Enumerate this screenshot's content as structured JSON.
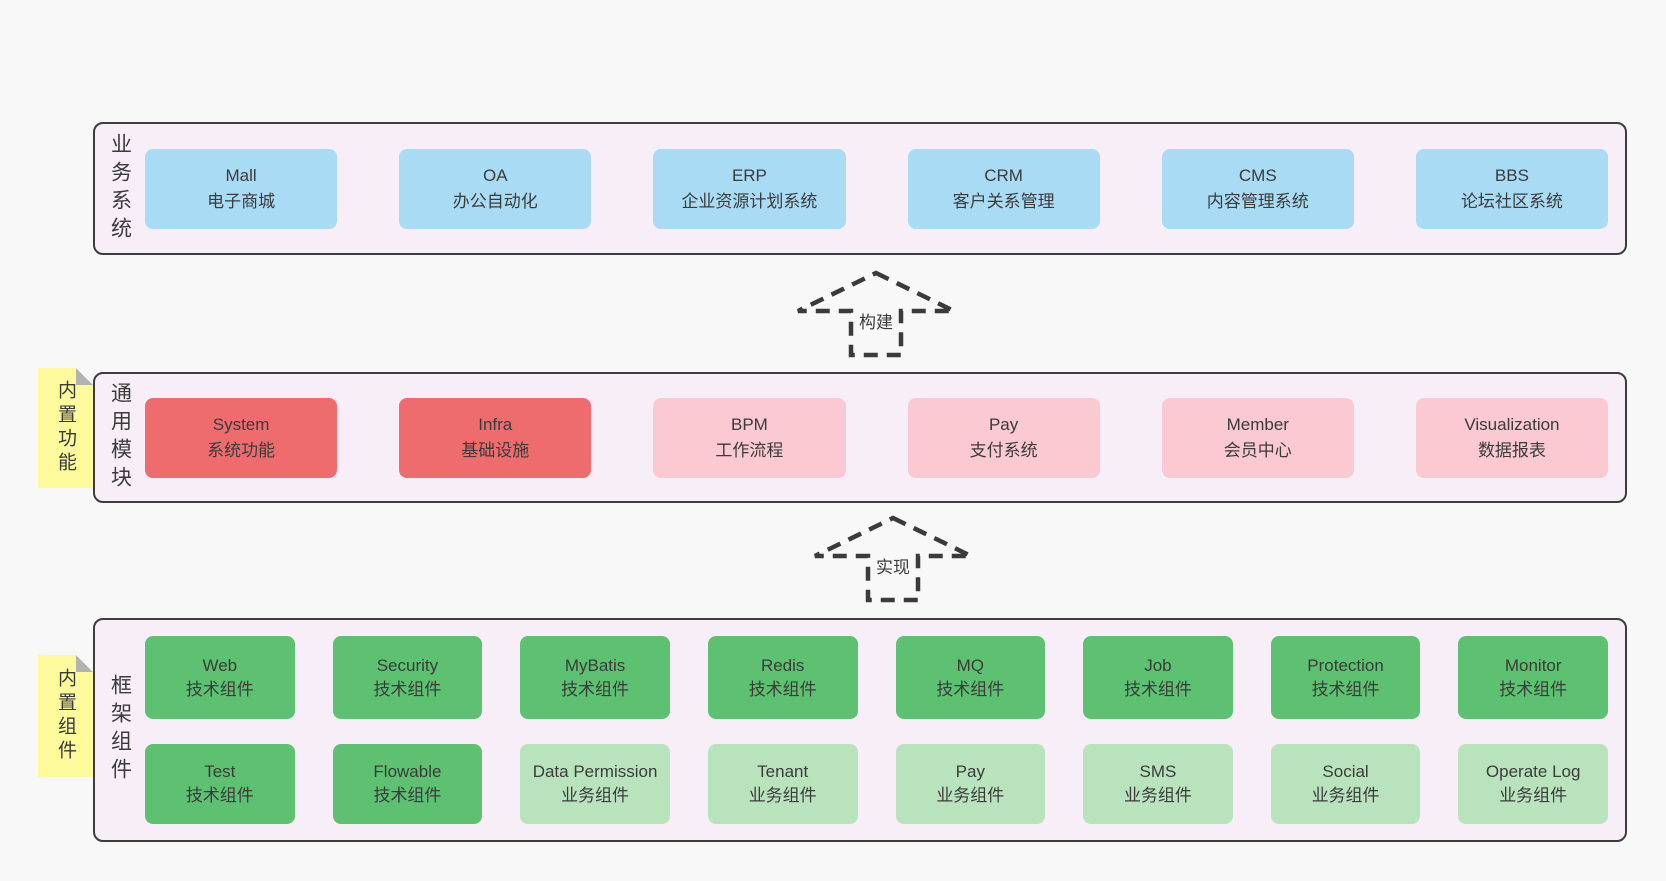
{
  "colors": {
    "page_bg": "#f8f8f8",
    "panel_bg": "#f8eef7",
    "panel_border": "#3d3d3d",
    "blue_box": "#a9dbf5",
    "red_box": "#ee6c6e",
    "pink_box": "#fac9d2",
    "green_box": "#5ec172",
    "light_green_box": "#b9e3bd",
    "sticky_yellow": "#fcfa9b",
    "text": "#3b3b3b"
  },
  "arrows": {
    "build": {
      "label": "构建"
    },
    "implement": {
      "label": "实现"
    }
  },
  "sections": {
    "business": {
      "label": "业务系统",
      "boxes": [
        {
          "name": "Mall",
          "sub": "电子商城"
        },
        {
          "name": "OA",
          "sub": "办公自动化"
        },
        {
          "name": "ERP",
          "sub": "企业资源计划系统"
        },
        {
          "name": "CRM",
          "sub": "客户关系管理"
        },
        {
          "name": "CMS",
          "sub": "内容管理系统"
        },
        {
          "name": "BBS",
          "sub": "论坛社区系统"
        }
      ]
    },
    "modules": {
      "label": "通用模块",
      "sticky": "内置功能",
      "boxes": [
        {
          "name": "System",
          "sub": "系统功能"
        },
        {
          "name": "Infra",
          "sub": "基础设施"
        },
        {
          "name": "BPM",
          "sub": "工作流程"
        },
        {
          "name": "Pay",
          "sub": "支付系统"
        },
        {
          "name": "Member",
          "sub": "会员中心"
        },
        {
          "name": "Visualization",
          "sub": "数据报表"
        }
      ]
    },
    "components": {
      "label": "框架组件",
      "sticky": "内置组件",
      "row1": [
        {
          "name": "Web",
          "sub": "技术组件"
        },
        {
          "name": "Security",
          "sub": "技术组件"
        },
        {
          "name": "MyBatis",
          "sub": "技术组件"
        },
        {
          "name": "Redis",
          "sub": "技术组件"
        },
        {
          "name": "MQ",
          "sub": "技术组件"
        },
        {
          "name": "Job",
          "sub": "技术组件"
        },
        {
          "name": "Protection",
          "sub": "技术组件"
        },
        {
          "name": "Monitor",
          "sub": "技术组件"
        }
      ],
      "row2": [
        {
          "name": "Test",
          "sub": "技术组件"
        },
        {
          "name": "Flowable",
          "sub": "技术组件"
        },
        {
          "name": "Data Permission",
          "sub": "业务组件"
        },
        {
          "name": "Tenant",
          "sub": "业务组件"
        },
        {
          "name": "Pay",
          "sub": "业务组件"
        },
        {
          "name": "SMS",
          "sub": "业务组件"
        },
        {
          "name": "Social",
          "sub": "业务组件"
        },
        {
          "name": "Operate Log",
          "sub": "业务组件"
        }
      ]
    }
  }
}
